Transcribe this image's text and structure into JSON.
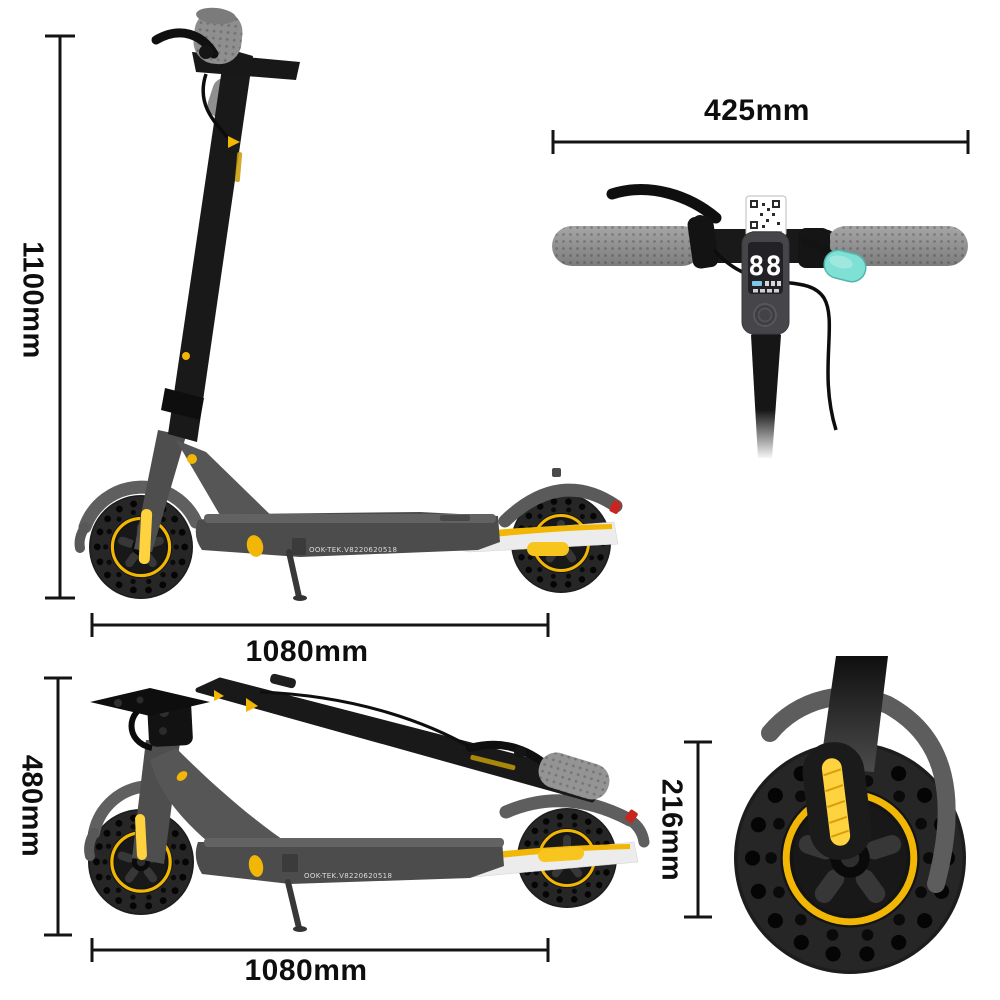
{
  "figure_type": "electric-scooter-dimensions-diagram",
  "views": {
    "standing": {
      "height": "1100mm",
      "length": "1080mm",
      "serial": "OOK-TEK.V8220620518"
    },
    "handlebar": {
      "width": "425mm",
      "display_value": "88"
    },
    "folded": {
      "height": "480mm",
      "length": "1080mm",
      "serial": "OOK-TEK.V8220620518"
    },
    "wheel_closeup": {
      "diameter": "216mm"
    }
  },
  "colors": {
    "background": "#ffffff",
    "dimension_ink": "#141414",
    "body_dark": "#1a1a1a",
    "body_gray": "#555555",
    "grip_gray": "#949494",
    "accent_yellow": "#f2b705",
    "reflector_yellow": "#ffd23f",
    "deck_silver": "#ececec",
    "throttle_teal": "#7fe0d6",
    "taillight_red": "#c8251f",
    "display_digits": "#ffffff"
  }
}
